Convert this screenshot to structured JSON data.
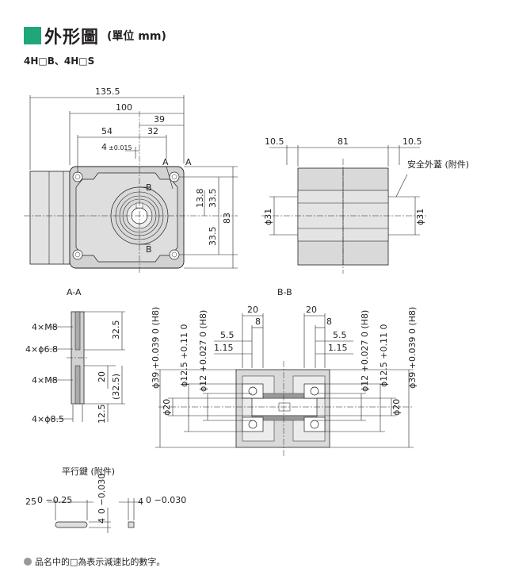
{
  "header": {
    "title": "外形圖",
    "unit": "(單位 mm)",
    "accent_color": "#1fa67a"
  },
  "model": "4H□B、4H□S",
  "front": {
    "d_total": "135.5",
    "d_100": "100",
    "d_39": "39",
    "d_54": "54",
    "d_32": "32",
    "d_4tol": "4",
    "d_4tol_sup": "±0.015",
    "sec_a1": "A",
    "sec_a2": "A",
    "sec_b1": "B",
    "sec_b2": "B",
    "d_13_8": "13.8",
    "d_33_5a": "33.5",
    "d_83": "83",
    "d_33_5b": "33.5"
  },
  "side": {
    "d_10_5a": "10.5",
    "d_81": "81",
    "d_10_5b": "10.5",
    "cover_label": "安全外蓋 (附件)",
    "d_phi31a": "ϕ31",
    "d_phi31b": "ϕ31"
  },
  "aa": {
    "title": "A-A",
    "m8a": "4×M8",
    "phi68": "4×ϕ6.8",
    "m8b": "4×M8",
    "phi85": "4×ϕ8.5",
    "d_32_5": "32.5",
    "d_20": "20",
    "d_32_5p": "(32.5)",
    "d_12_5": "12.5"
  },
  "bb": {
    "title": "B-B",
    "d_20a": "20",
    "d_20b": "20",
    "d_8a": "8",
    "d_8b": "8",
    "d_5_5a": "5.5",
    "d_5_5b": "5.5",
    "d_1_15a": "1.15",
    "d_1_15b": "1.15",
    "v_phi39l": "ϕ39 +0.039 0 (H8)",
    "v_phi12_5l": "ϕ12.5 +0.11 0",
    "v_phi12l": "ϕ12 +0.027 0 (H8)",
    "v_phi12r": "ϕ12 +0.027 0 (H8)",
    "v_phi12_5r": "ϕ12.5 +0.11 0",
    "v_phi39r": "ϕ39 +0.039 0 (H8)",
    "v_phi20l": "ϕ20",
    "v_phi20r": "ϕ20"
  },
  "key": {
    "title": "平行鍵 (附件)",
    "d_25": "25",
    "d_25_tol": "0 −0.25",
    "d_4a": "4",
    "d_4a_tol": "0 −0.030",
    "d_4b": "4",
    "d_4b_tol": "0 −0.030"
  },
  "footnote": "品名中的□為表示減速比的數字。"
}
